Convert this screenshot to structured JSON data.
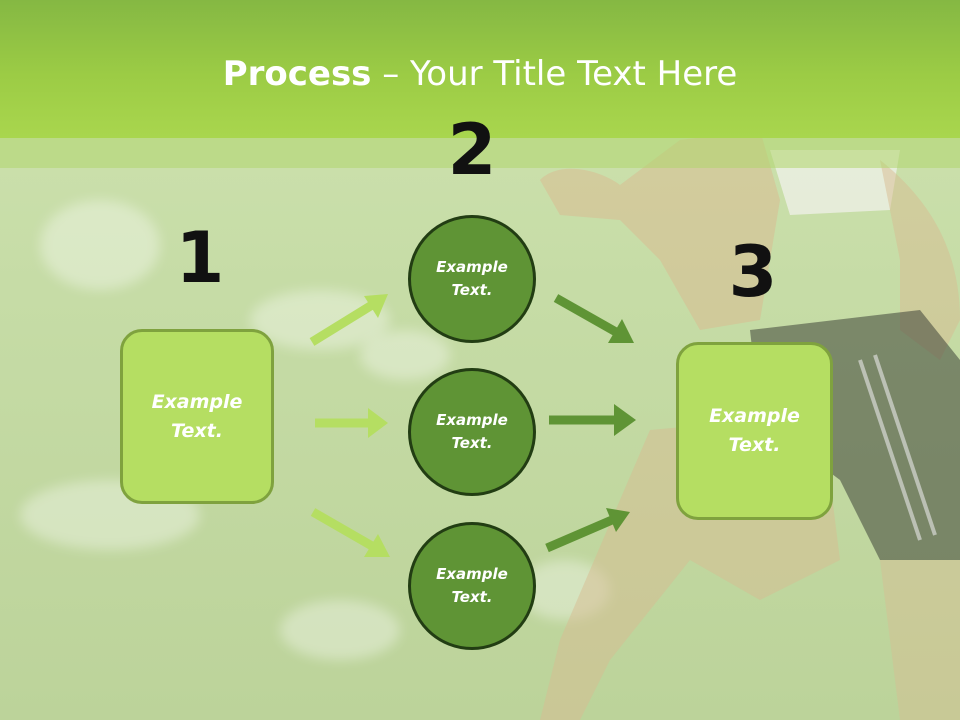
{
  "header": {
    "title_bold": "Process",
    "title_rest": " – Your Title Text Here"
  },
  "steps": [
    {
      "number": "1"
    },
    {
      "number": "2"
    },
    {
      "number": "3"
    }
  ],
  "boxes": {
    "left": "Example\nText.",
    "right": "Example\nText."
  },
  "circles": [
    {
      "label": "Example\nText."
    },
    {
      "label": "Example\nText."
    },
    {
      "label": "Example\nText."
    }
  ],
  "colors": {
    "header_green": "#9ccc45",
    "box_fill": "#b5de62",
    "circle_fill": "#5f9435",
    "arrow_light": "#b5de62",
    "arrow_dark": "#5f9435"
  }
}
